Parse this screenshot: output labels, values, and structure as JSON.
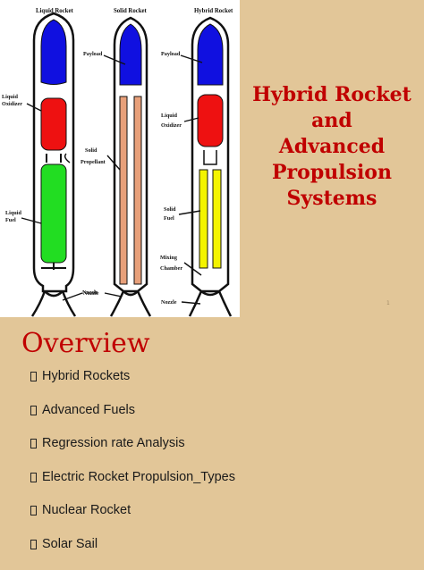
{
  "slide1": {
    "title_lines": [
      "Hybrid Rocket",
      "and",
      "Advanced",
      "Propulsion",
      "Systems"
    ],
    "page_number": "1",
    "diagram": {
      "headers": [
        "Liquid Rocket",
        "Solid Rocket",
        "Hybrid Rocket"
      ],
      "labels": {
        "liquid_oxidizer": [
          "Liquid",
          "Oxidizer"
        ],
        "liquid_fuel": [
          "Liquid",
          "Fuel"
        ],
        "nozzle1": "Nozzle",
        "payload2": "Payload",
        "solid_propellant": [
          "Solid",
          "Propellant"
        ],
        "nozzle2": "Nozzle",
        "payload3": "Payload",
        "liquid_oxidizer3": [
          "Liquid",
          "Oxidizer"
        ],
        "solid_fuel": [
          "Solid",
          "Fuel"
        ],
        "mixing_chamber": [
          "Mixing",
          "Chamber"
        ],
        "nozzle3": "Nozzle"
      },
      "colors": {
        "payload": "#1010e0",
        "oxidizer": "#ee1111",
        "liquid_fuel": "#22dd22",
        "solid_propellant": "#e8a07a",
        "solid_fuel": "#f4f400"
      }
    }
  },
  "slide2": {
    "heading": "Overview",
    "bullets": [
      "Hybrid Rockets",
      "Advanced Fuels",
      "Regression rate Analysis",
      "Electric Rocket Propulsion_Types",
      "Nuclear Rocket",
      "Solar Sail"
    ]
  }
}
